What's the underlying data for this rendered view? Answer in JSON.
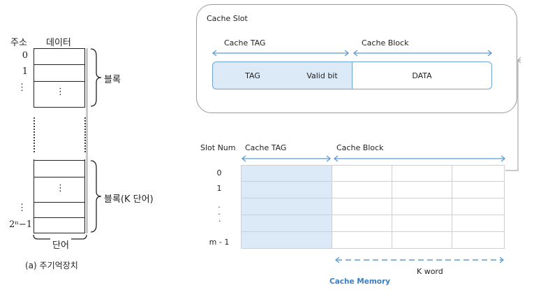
{
  "memory": {
    "header_addr": "주소",
    "header_data": "데이터",
    "addr_0": "0",
    "addr_1": "1",
    "addr_dots1": "⋮",
    "addr_last": "2ⁿ−1",
    "addr_dots2": "⋮",
    "cell_dots": "⋮",
    "block_label": "블록",
    "block_k_label": "블록(K 단어)",
    "word_label": "단어",
    "caption": "(a) 주기억장치"
  },
  "cache_slot": {
    "title": "Cache Slot",
    "tag_span_label": "Cache TAG",
    "block_span_label": "Cache Block",
    "fields": [
      "TAG",
      "Valid bit",
      "DATA"
    ]
  },
  "cache_memory": {
    "slot_num_header": "Slot Num",
    "tag_header": "Cache TAG",
    "block_header": "Cache Block",
    "slot_numbers": [
      "0",
      "1",
      ".",
      ".",
      "m - 1"
    ],
    "k_word_label": "K word",
    "title": "Cache Memory",
    "colors": {
      "tag_fill": "#dce9f7",
      "accent": "#5b9bd5",
      "title": "#3a7fc2"
    }
  }
}
